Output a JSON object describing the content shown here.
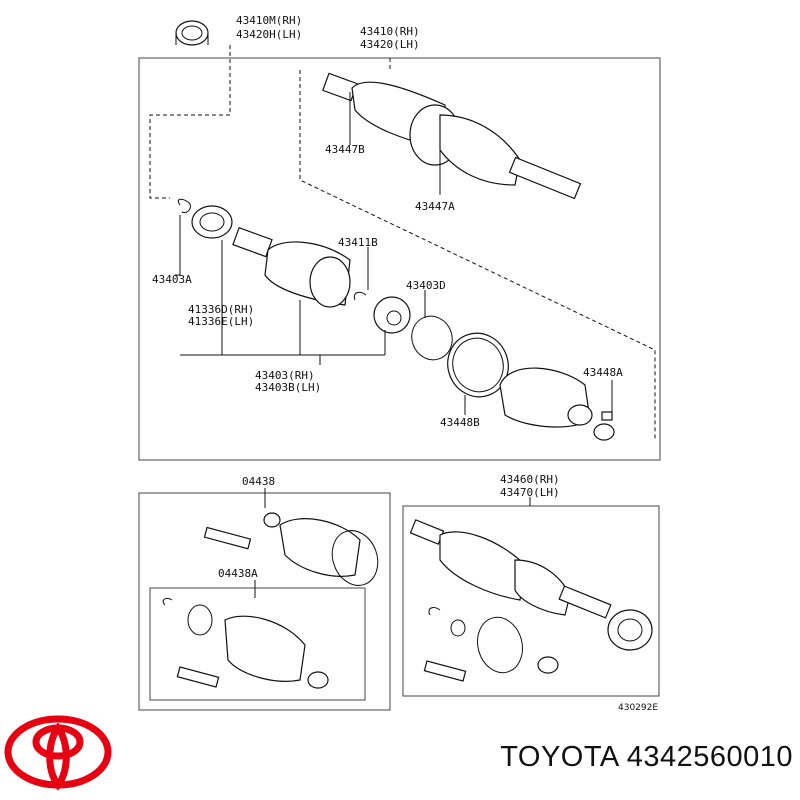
{
  "labels": {
    "boot_kit_rh": "43410M(RH)",
    "boot_kit_lh": "43420H(LH)",
    "shaft_assy_rh": "43410(RH)",
    "shaft_assy_lh": "43420(LH)",
    "clamp_a": "43447B",
    "clamp_b": "43447A",
    "snap_ring": "43411B",
    "hole_snap": "43403A",
    "inboard_joint_rh": "41336D(RH)",
    "inboard_joint_lh": "41336E(LH)",
    "snap_ring_d": "43403D",
    "outboard_rh": "43403(RH)",
    "outboard_lh": "43403B(LH)",
    "boot_clamp_a": "43448A",
    "boot_clamp_b": "43448B",
    "kit_1": "04438",
    "kit_2": "04438A",
    "outer_shaft_rh": "43460(RH)",
    "outer_shaft_lh": "43470(LH)",
    "drawing_no": "430292E"
  },
  "brand": {
    "caption": "TOYOTA 4342560010",
    "logo_color": "#e60012"
  }
}
